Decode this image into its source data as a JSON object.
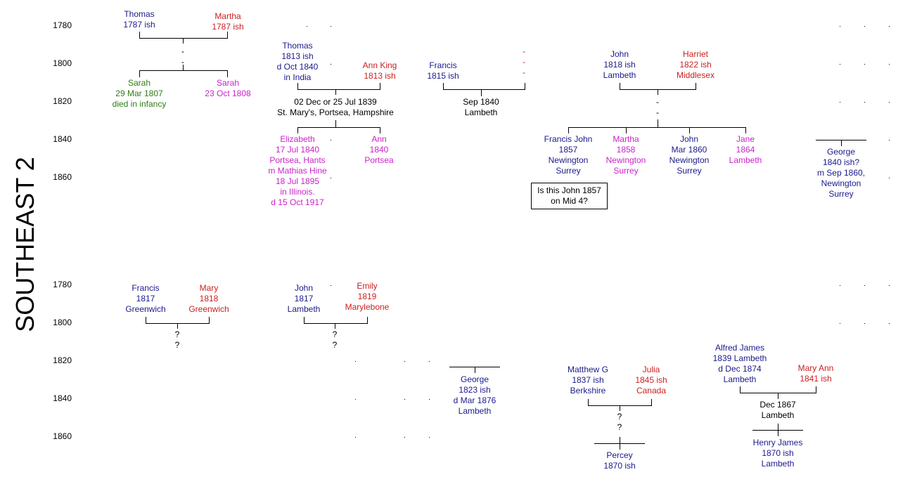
{
  "title": "SOUTHEAST 2",
  "year_axis_top": [
    "1780",
    "1800",
    "1820",
    "1840",
    "1860"
  ],
  "year_axis_bottom": [
    "1780",
    "1800",
    "1820",
    "1840",
    "1860"
  ],
  "colors": {
    "male": "#1a1a8c",
    "female": "#cc1f1f",
    "child_died": "#2f7d14",
    "daughter": "#cc22cc",
    "event": "#000000"
  },
  "families": {
    "thomas_1787": {
      "father": "Thomas\n1787 ish",
      "mother": "Martha\n1787 ish",
      "event": "-\n-",
      "children": [
        "Sarah\n29 Mar 1807\ndied in infancy",
        "Sarah\n23 Oct 1808"
      ]
    },
    "thomas_1813": {
      "father": "Thomas\n1813 ish\nd Oct 1840\nin India",
      "mother": "Ann King\n1813 ish",
      "event": "02 Dec or 25 Jul 1839\nSt. Mary's, Portsea, Hampshire",
      "children": [
        "Elizabeth\n17 Jul 1840\nPortsea, Hants\nm Mathias Hine\n18 Jul 1895\nin Illinois.\nd 15 Oct 1917",
        "Ann\n1840\nPortsea"
      ]
    },
    "francis_1815": {
      "father": "Francis\n1815 ish",
      "mother": "-\n-\n-",
      "event": "Sep 1840\nLambeth"
    },
    "john_1818": {
      "father": "John\n1818 ish\nLambeth",
      "mother": "Harriet\n1822 ish\nMiddlesex",
      "event": "-\n-",
      "children": [
        "Francis John\n1857\nNewington\nSurrey",
        "Martha\n1858\nNewington\nSurrey",
        "John\nMar 1860\nNewington\nSurrey",
        "Jane\n1864\nLambeth"
      ],
      "note": "Is this John 1857\non Mid 4?"
    },
    "george_1840": {
      "person": "George\n1840 ish?\nm Sep 1860,\nNewington\nSurrey"
    },
    "francis_1817": {
      "father": "Francis\n1817\nGreenwich",
      "mother": "Mary\n1818\nGreenwich",
      "event": "?\n?"
    },
    "john_1817": {
      "father": "John\n1817\nLambeth",
      "mother": "Emily\n1819\nMarylebone",
      "event": "?\n?"
    },
    "george_1823": {
      "person": "George\n1823 ish\nd Mar 1876\nLambeth"
    },
    "matthew_1837": {
      "father": "Matthew G\n1837 ish\nBerkshire",
      "mother": "Julia\n1845 ish\nCanada",
      "event": "?\n?",
      "children": [
        "Percey\n1870 ish"
      ]
    },
    "alfred_1839": {
      "father": "Alfred James\n1839 Lambeth\nd Dec 1874\nLambeth",
      "mother": "Mary Ann\n1841 ish",
      "event": "Dec 1867\nLambeth",
      "children": [
        "Henry James\n1870 ish\nLambeth"
      ]
    }
  }
}
